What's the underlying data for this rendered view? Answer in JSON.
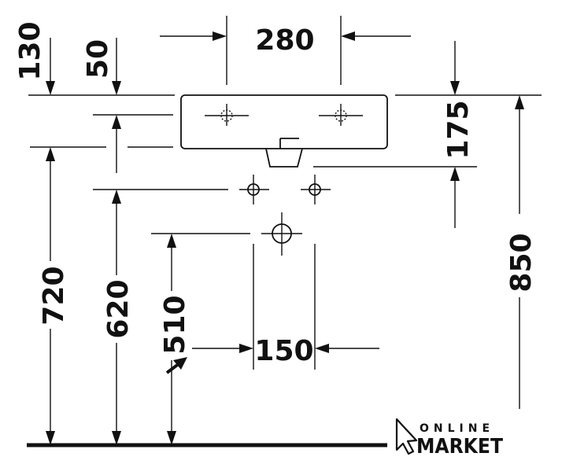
{
  "dimensions": {
    "width_total": "280",
    "offset_top": "130",
    "gap_small": "50",
    "depth": "175",
    "height_rim": "850",
    "height_waste_top": "720",
    "height_supply": "620",
    "height_trap": "510",
    "spacing_supply": "150"
  },
  "logo": {
    "line1": "ONLINE",
    "line2": "MARKET"
  }
}
